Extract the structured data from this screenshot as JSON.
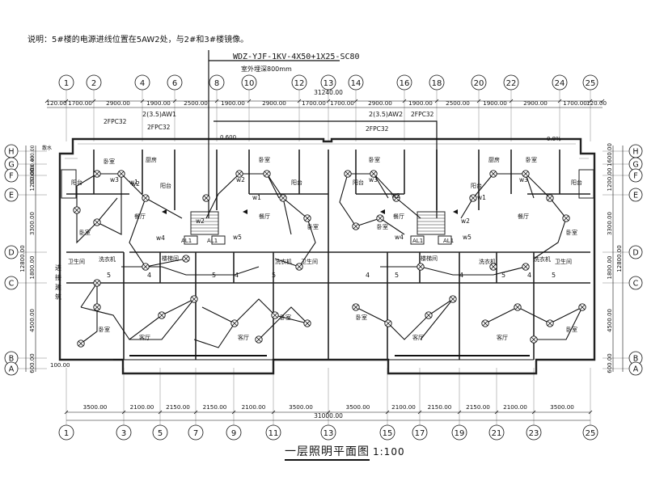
{
  "note": "说明：5#楼的电源进线位置在5AW2处，与2#和3#楼镜像。",
  "cable_spec": "WDZ-YJF-1KV-4X50+1X25-SC80",
  "cable_depth": "室外埋深800mm",
  "drawing_title": "一层照明平面图",
  "drawing_scale": "1:100",
  "top_axes": [
    "1",
    "2",
    "4",
    "6",
    "8",
    "10",
    "12",
    "13",
    "14",
    "16",
    "18",
    "20",
    "22",
    "24",
    "25"
  ],
  "bottom_axes": [
    "1",
    "3",
    "5",
    "7",
    "9",
    "11",
    "13",
    "15",
    "17",
    "19",
    "21",
    "23",
    "25"
  ],
  "row_axes": [
    "H",
    "G",
    "F",
    "E",
    "D",
    "C",
    "B",
    "A"
  ],
  "total_width": "31240.00",
  "bottom_total": "31000.00",
  "top_dims": [
    "120.00",
    "1700.00",
    "2900.00",
    "1900.00",
    "2500.00",
    "1900.00",
    "2900.00",
    "1700.00",
    "1700.00",
    "2900.00",
    "1900.00",
    "2500.00",
    "1900.00",
    "2900.00",
    "1700.00",
    "120.00"
  ],
  "bottom_dims": [
    "3500.00",
    "2100.00",
    "2150.00",
    "2150.00",
    "2100.00",
    "3500.00",
    "3500.00",
    "2100.00",
    "2150.00",
    "2150.00",
    "2100.00",
    "3500.00"
  ],
  "left_dims": [
    "1200.00",
    "3300.00",
    "1800.00",
    "12800.00",
    "4500.00",
    "600.00"
  ],
  "right_dims": [
    "1600.00",
    "1200.00",
    "3300.00",
    "1800.00",
    "12800.00",
    "4500.00",
    "600.00"
  ],
  "left_top_dims": [
    "400.00",
    "600.00",
    "1500.00"
  ],
  "small_dim": "100.00",
  "labels": {
    "aw1": "2(3.5)AW1",
    "aw2": "2(3.5)AW2",
    "fpc": "2FPC32",
    "al1": "AL1",
    "note_link": "进接建筑",
    "elev1": "0.600",
    "elev2": "0.8%",
    "sp": "散水"
  },
  "room_names": {
    "bedroom": "卧室",
    "kitchen": "厨房",
    "balcony": "阳台",
    "dining": "餐厅",
    "living": "客厅",
    "bath": "卫生间",
    "laundry": "洗衣机",
    "stair": "楼梯间"
  },
  "circuits": [
    "w1",
    "w2",
    "w3",
    "w4",
    "w5"
  ],
  "counts": [
    "4",
    "5"
  ]
}
